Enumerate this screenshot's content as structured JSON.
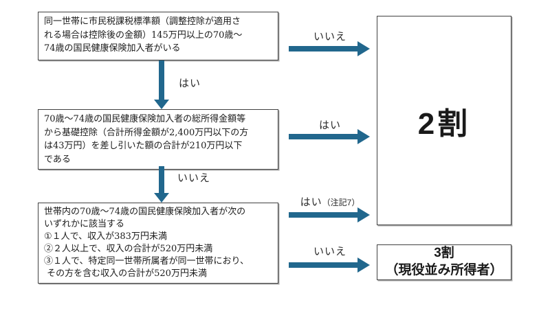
{
  "colors": {
    "arrow": "#21678D",
    "box_border": "#404040",
    "text": "#1a1a1a"
  },
  "questions": [
    {
      "text": "同一世帯に市民税課税標準額（調整控除が適用さ\nれる場合は控除後の金額）145万円以上の70歳～\n74歳の国民健康保険加入者がいる"
    },
    {
      "text": "70歳～74歳の国民健康保険加入者の総所得金額等\nから基礎控除（合計所得金額が2,400万円以下の方\nは43万円）を差し引いた額の合計が210万円以下\nである"
    },
    {
      "text": "世帯内の70歳～74歳の国民健康保険加入者が次の\nいずれかに該当する\n①１人で、収入が383万円未満\n②２人以上で、収入の合計が520万円未満\n③１人で、特定同一世帯所属者が同一世帯におり、\n その方を含む収入の合計が520万円未満"
    }
  ],
  "connectors": {
    "down1": {
      "label": "はい"
    },
    "down2": {
      "label": "いいえ"
    },
    "right1": {
      "label": "いいえ"
    },
    "right2": {
      "label": "はい"
    },
    "right3": {
      "label": "はい",
      "note": "（注記7）"
    },
    "right4": {
      "label": "いいえ"
    }
  },
  "results": {
    "primary": {
      "text": "2割"
    },
    "secondary": {
      "line1": "3割",
      "line2": "（現役並み所得者）"
    }
  }
}
